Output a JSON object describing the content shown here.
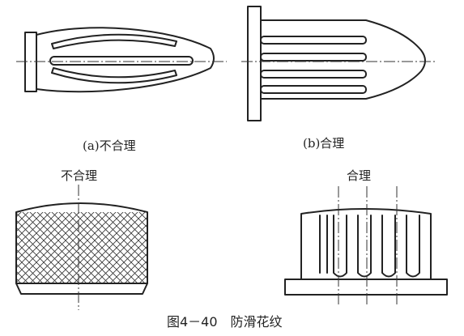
{
  "labels": {
    "a": "(a)不合理",
    "b": "(b)合理",
    "bottom_left": "不合理",
    "bottom_right": "合理"
  },
  "caption": "图4－40　防滑花纹"
}
